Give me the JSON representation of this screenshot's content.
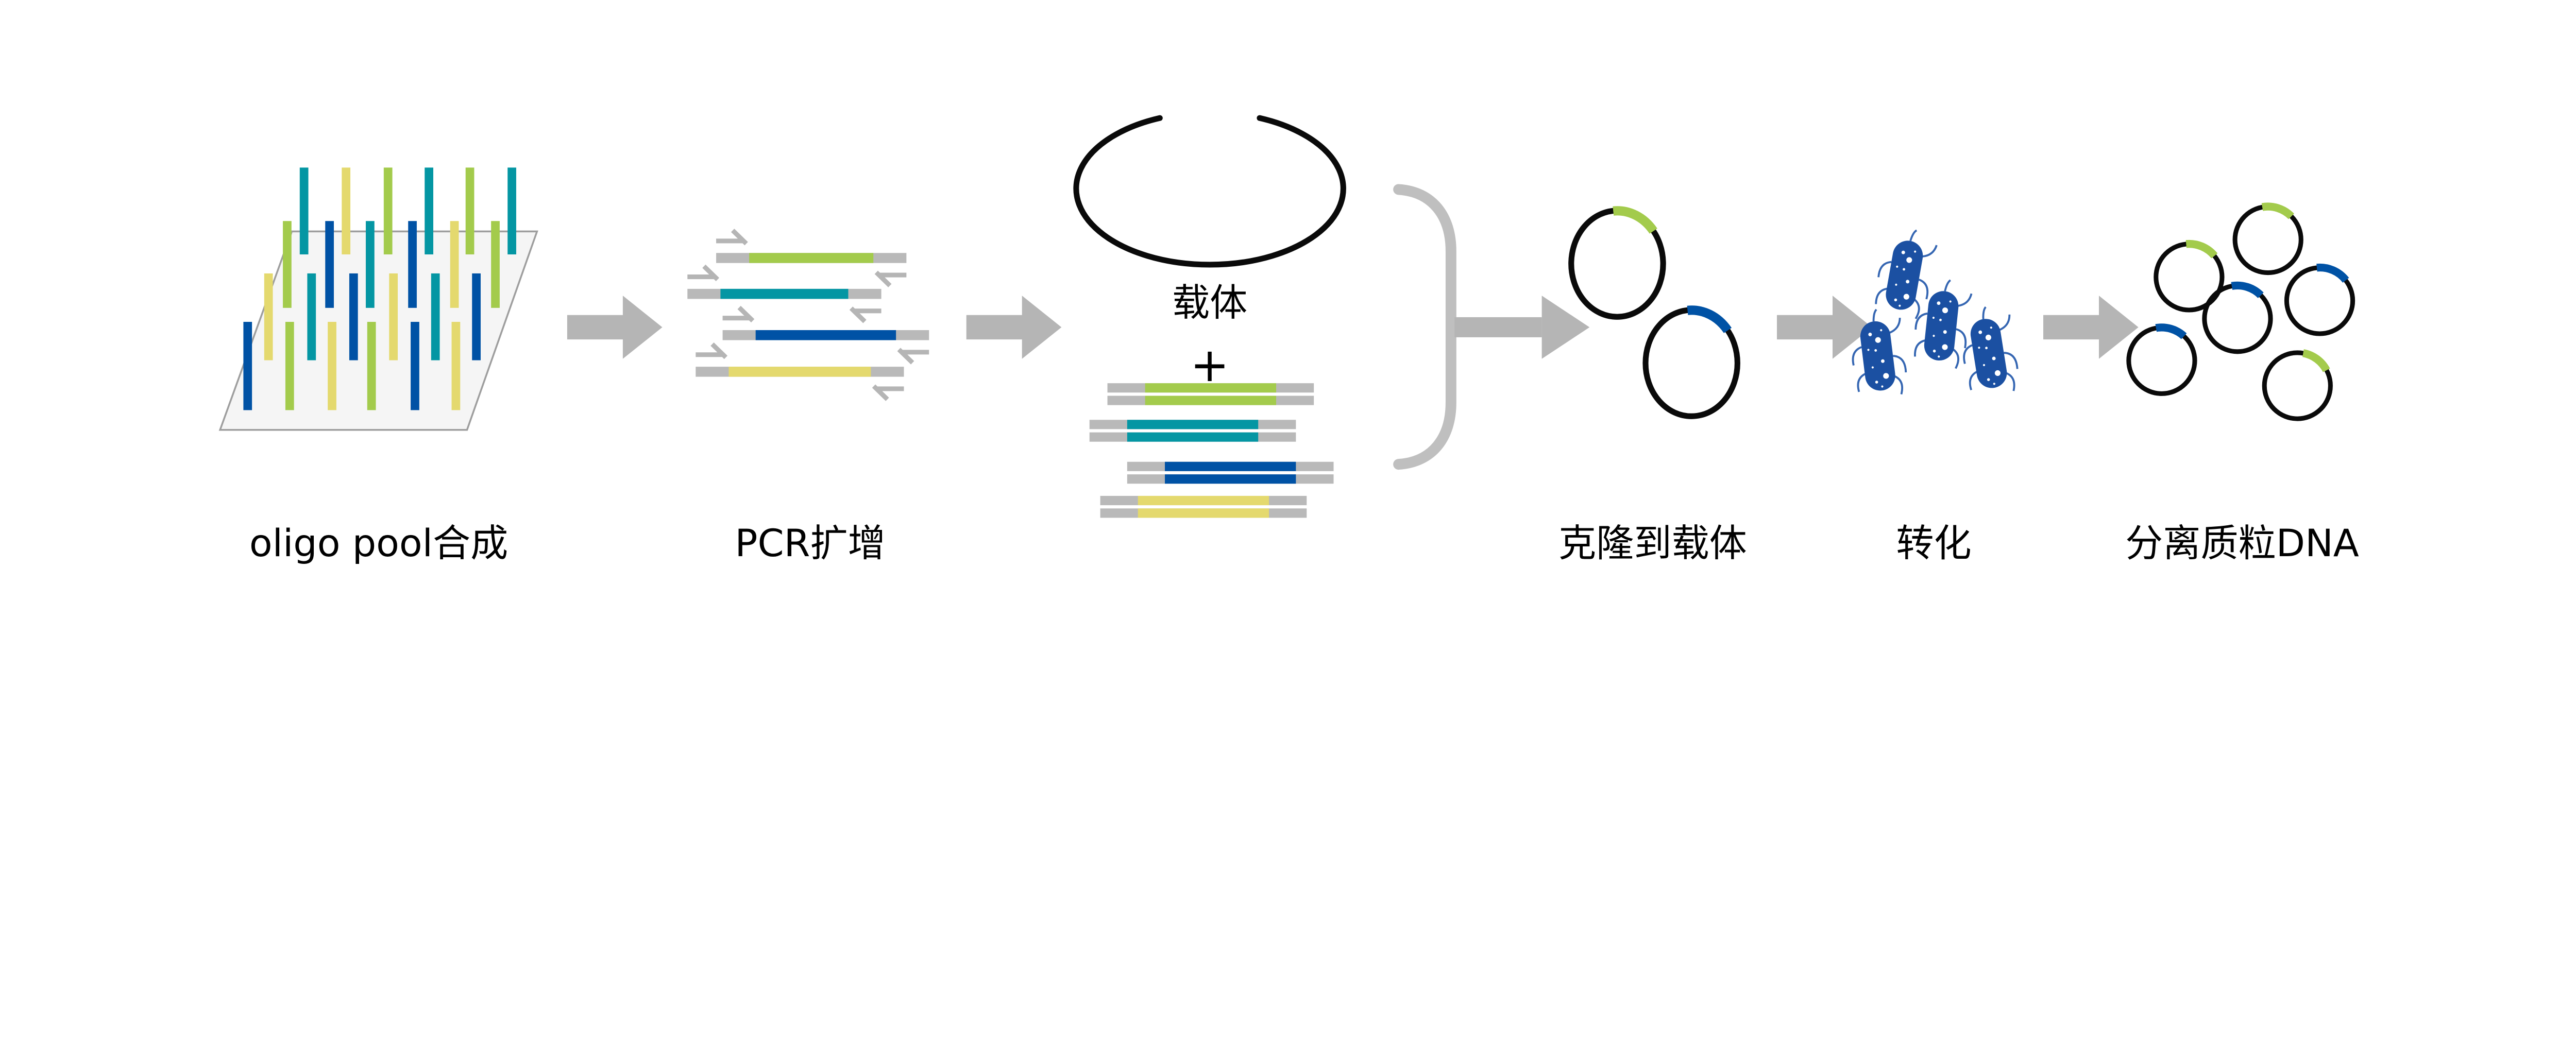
{
  "diagram": {
    "background": "#FFFFFF",
    "steps": [
      {
        "id": "oligo-pool-synthesis",
        "label": "oligo pool合成",
        "illustration": "microarray-plate-with-oligo-bars",
        "bar_rows": [
          [
            "teal",
            "yellow",
            "green",
            "teal",
            "green",
            "teal"
          ],
          [
            "green",
            "blue",
            "teal",
            "blue",
            "yellow",
            "green"
          ],
          [
            "yellow",
            "teal",
            "blue",
            "yellow",
            "teal",
            "blue"
          ],
          [
            "blue",
            "green",
            "yellow",
            "green",
            "blue",
            "yellow"
          ]
        ]
      },
      {
        "id": "pcr-amplification",
        "label": "PCR扩增",
        "illustration": "pcr-products-with-primer-arrows",
        "products": [
          "green",
          "teal",
          "blue",
          "yellow"
        ]
      },
      {
        "id": "vector-plus-inserts",
        "vector_label": "载体",
        "plus_sign": "+",
        "illustration": "open-vector-circle-and-double-stranded-fragments",
        "fragments": [
          "green",
          "teal",
          "blue",
          "yellow"
        ]
      },
      {
        "id": "clone-into-vector",
        "label": "克隆到载体",
        "illustration": "plasmids-with-inserts",
        "plasmids": [
          "green",
          "blue"
        ]
      },
      {
        "id": "transformation",
        "label": "转化",
        "illustration": "bacteria-cells",
        "bacteria_count": 4
      },
      {
        "id": "isolate-plasmid-dna",
        "label": "分离质粒DNA",
        "illustration": "plasmid-pool",
        "plasmids": [
          "green",
          "green",
          "blue",
          "blue",
          "blue",
          "green"
        ]
      }
    ],
    "flow_arrow_count": 5
  },
  "palette": {
    "green": "#A3CB4C",
    "teal": "#0496A3",
    "blue": "#0052A5",
    "yellow": "#E4D96E",
    "bacteria_blue": "#1B50A2",
    "bacteria_detail": "#3566B2",
    "dot_white": "#FFFFFF",
    "arrow_gray": "#B5B5B5",
    "bracket_gray": "#BFBFBF",
    "gray_end": "#B9B9B9",
    "plate_fill": "#F5F5F5",
    "plate_stroke": "#9E9E9E",
    "black": "#0A0A0A",
    "text": "#000000"
  }
}
